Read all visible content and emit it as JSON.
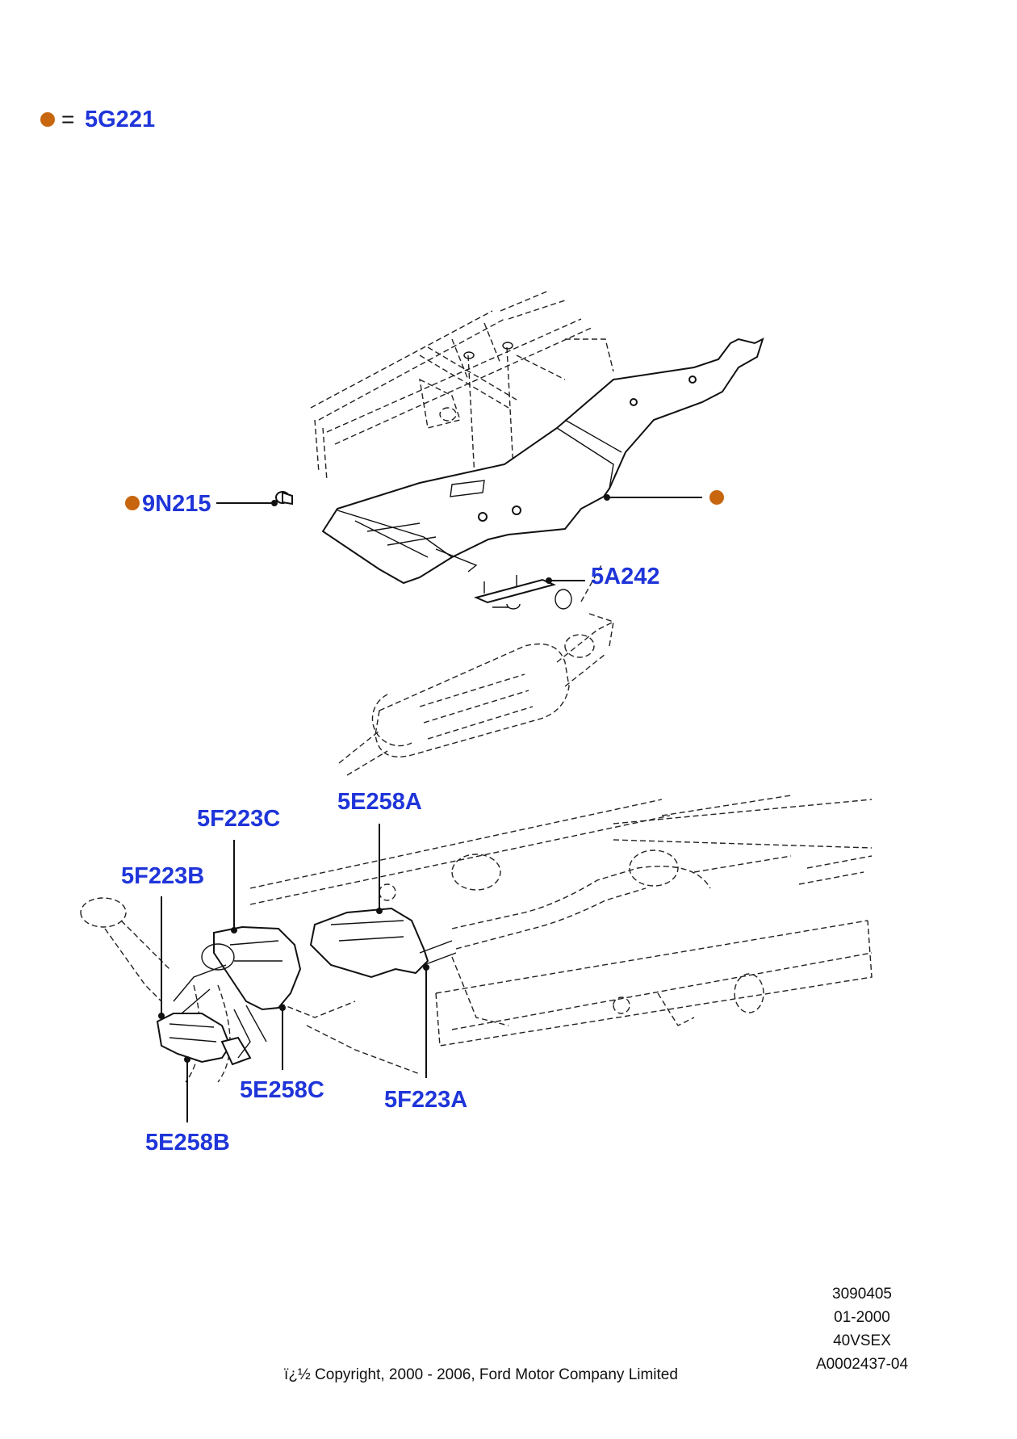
{
  "legend": {
    "symbol": "=",
    "code": "5G221",
    "marker_color": "#c8660f"
  },
  "callouts": {
    "c9N215": "9N215",
    "c5A242": "5A242",
    "c5E258A": "5E258A",
    "c5F223C": "5F223C",
    "c5F223B": "5F223B",
    "c5E258C": "5E258C",
    "c5F223A": "5F223A",
    "c5E258B": "5E258B"
  },
  "info": {
    "line1": "3090405",
    "line2": "01-2000",
    "line3": "40VSEX",
    "line4": "A0002437-04"
  },
  "copyright": "ï¿½ Copyright, 2000 - 2006, Ford Motor Company Limited",
  "colors": {
    "callout_text": "#1f35d9",
    "marker": "#c8660f"
  }
}
